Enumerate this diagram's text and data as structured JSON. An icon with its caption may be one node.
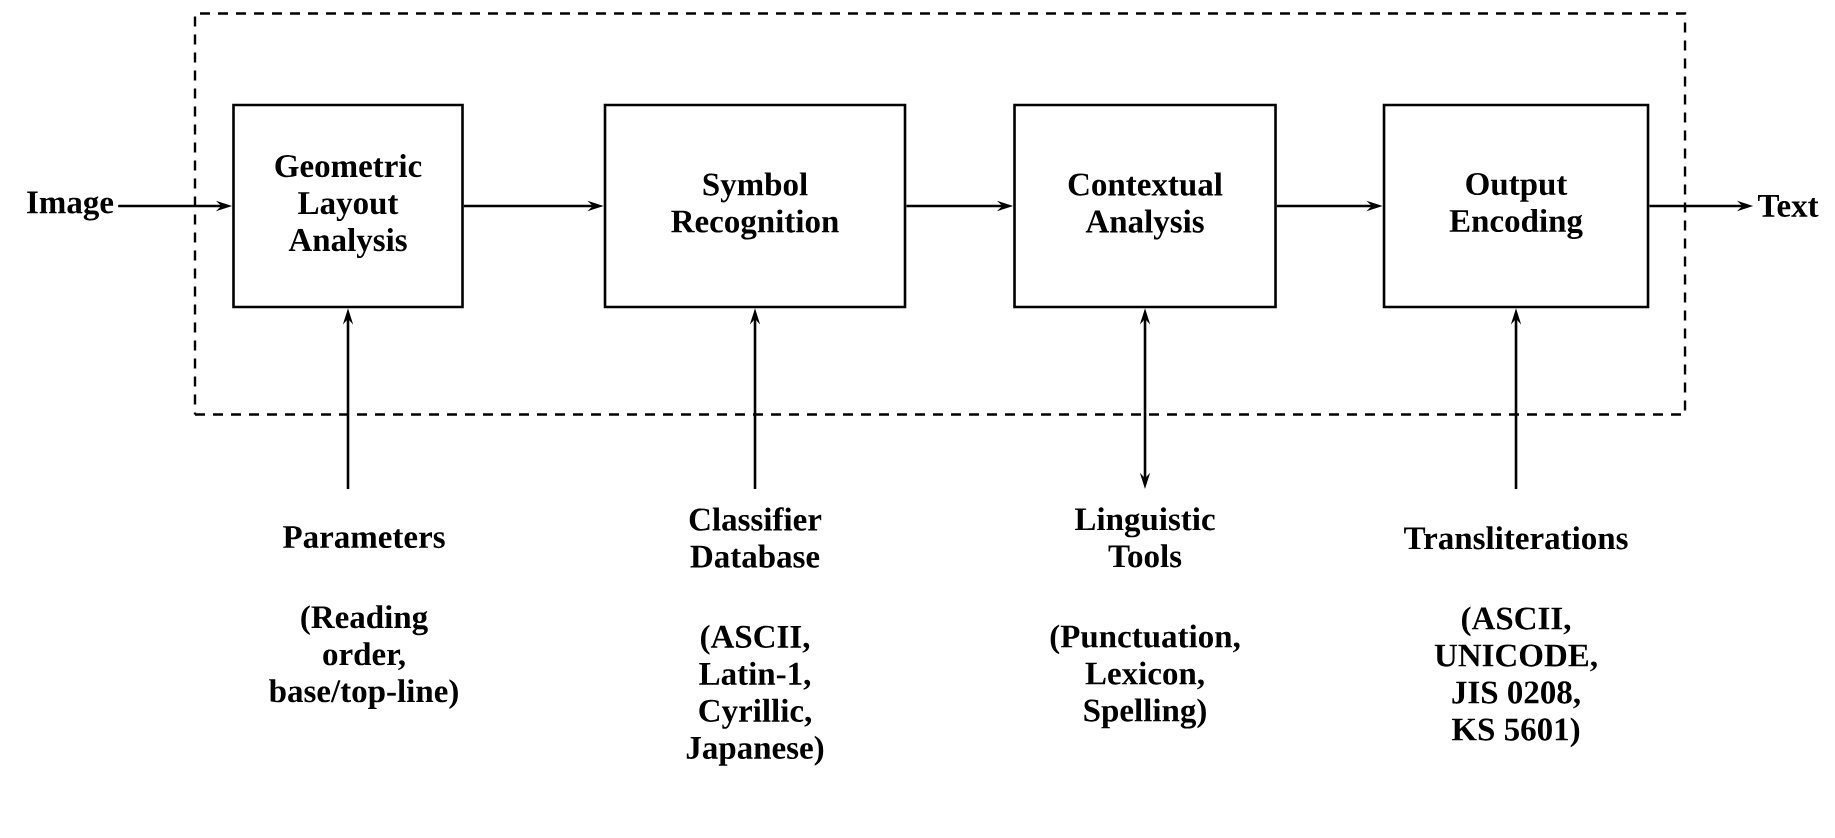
{
  "diagram": {
    "nodes": [
      {
        "text": [
          "Image"
        ]
      },
      {
        "text": [],
        "shape": "box"
      },
      {
        "text": [
          "Geometric Layout Analysis"
        ],
        "in": 1
      },
      {
        "text": [
          "Symbol Recognition"
        ],
        "in": 1
      },
      {
        "text": [
          "Contextual Analysis"
        ],
        "in": 1
      },
      {
        "text": [
          "Output Encoding"
        ],
        "in": 1
      },
      {
        "text": [
          "Text"
        ]
      },
      {
        "text": [
          "Parameters",
          "(Reading order, base/top-line)"
        ]
      },
      {
        "text": [
          "Classifier Database",
          "(ASCII, Latin-1, Cyrillic, Japanese)"
        ]
      },
      {
        "text": [
          "Linguistic Tools",
          "(Punctuation, Lexicon, Spelling)"
        ]
      },
      {
        "text": [
          "Transliterations",
          "(ASCII, UNICODE, JIS 0208, KS 5601)"
        ]
      }
    ],
    "edges": [
      {
        "from": 0,
        "to": 2,
        "arrow": "to"
      },
      {
        "from": 2,
        "to": 3,
        "arrow": "to"
      },
      {
        "from": 3,
        "to": 4,
        "arrow": "to"
      },
      {
        "from": 4,
        "to": 5,
        "arrow": "to"
      },
      {
        "from": 5,
        "to": 6,
        "arrow": "to"
      },
      {
        "from": 7,
        "to": 2,
        "arrow": "to"
      },
      {
        "from": 8,
        "to": 3,
        "arrow": "to"
      },
      {
        "from": 9,
        "to": 4,
        "arrow": "both"
      },
      {
        "from": 10,
        "to": 5,
        "arrow": "to"
      }
    ]
  }
}
